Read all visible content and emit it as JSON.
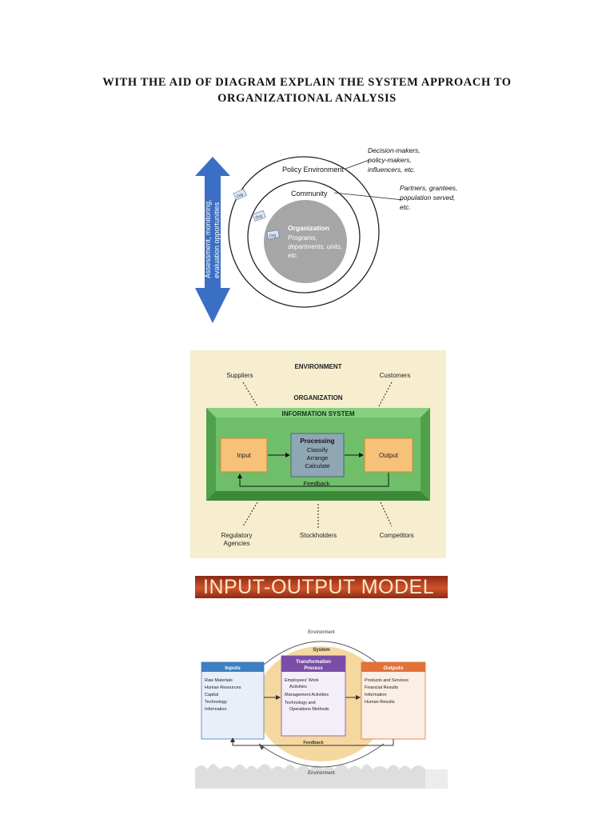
{
  "page": {
    "title_line1": "WITH THE AID OF DIAGRAM EXPLAIN THE SYSTEM APPROACH TO",
    "title_line2": "ORGANIZATIONAL ANALYSIS"
  },
  "figure1": {
    "arrow_label_line1": "Assessment, monitoring,",
    "arrow_label_line2": "evaluation opportunities",
    "outer_ring_label": "Policy Environment",
    "middle_ring_label": "Community",
    "center_label": "Organization",
    "center_sub1": "Programs,",
    "center_sub2": "departments, units,",
    "center_sub3": "etc.",
    "callout1_line1": "Decision-makers,",
    "callout1_line2": "policy-makers,",
    "callout1_line3": "influencers, etc.",
    "callout2_line1": "Partners, grantees,",
    "callout2_line2": "population served,",
    "callout2_line3": "etc.",
    "tag_label": "Org",
    "colors": {
      "arrow": "#3b6fc4",
      "center": "#a6a6a6"
    }
  },
  "figure2": {
    "environment": "ENVIRONMENT",
    "organization": "ORGANIZATION",
    "information_system": "INFORMATION SYSTEM",
    "suppliers": "Suppliers",
    "customers": "Customers",
    "input": "Input",
    "processing": "Processing",
    "classify": "Classify",
    "arrange": "Arrange",
    "calculate": "Calculate",
    "output": "Output",
    "feedback": "Feedback",
    "regulatory_line1": "Regulatory",
    "regulatory_line2": "Agencies",
    "stockholders": "Stockholders",
    "competitors": "Competitors",
    "colors": {
      "background": "#f7eecf",
      "green": "#6fbf6a",
      "orange": "#f6c27a"
    }
  },
  "figure3": {
    "banner": "INPUT-OUTPUT MODEL",
    "environment_top": "Environment",
    "environment_bottom": "Environment",
    "system": "System",
    "inputs_header": "Inputs",
    "inputs_items": [
      "Raw Materials",
      "Human Resources",
      "Capital",
      "Technology",
      "Information"
    ],
    "transformation_header_line1": "Transformation",
    "transformation_header_line2": "Process",
    "transformation_items": [
      "Employees' Work",
      "Activities",
      "Management Activities",
      "Technology and",
      "Operations Methods"
    ],
    "outputs_header": "Outputs",
    "outputs_items": [
      "Products and Services",
      "Financial Results",
      "Information",
      "Human Results"
    ],
    "feedback": "Feedback",
    "colors": {
      "inputs": "#3d7fc0",
      "transformation": "#7a4ea8",
      "outputs": "#e0723a",
      "system": "#f5d7a0"
    }
  }
}
